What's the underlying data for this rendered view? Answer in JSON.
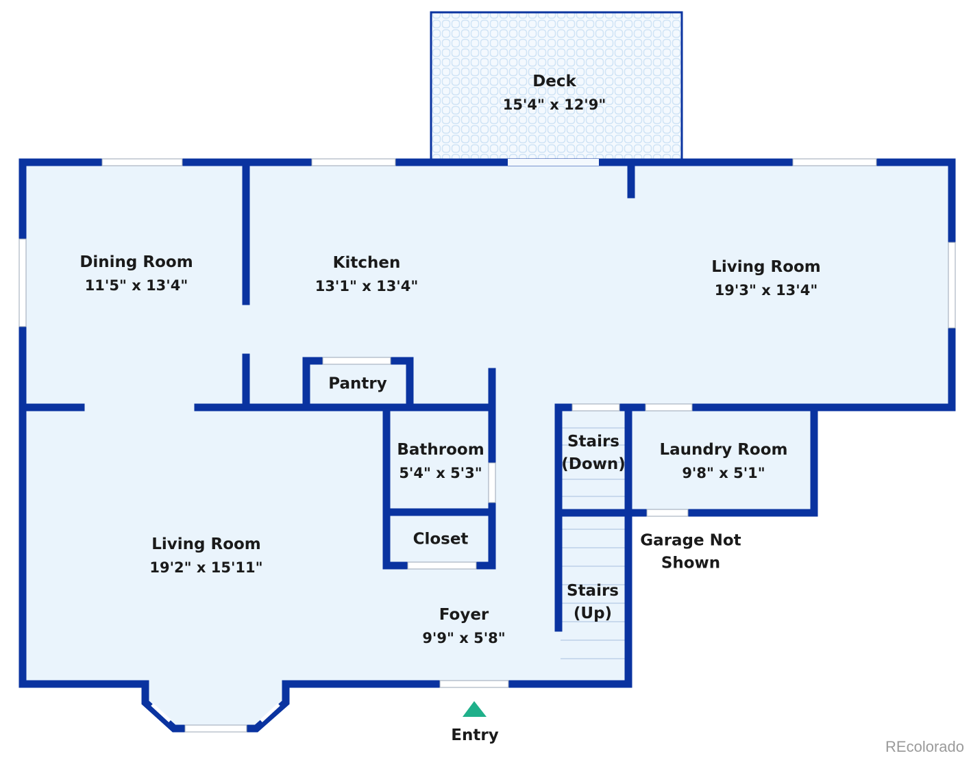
{
  "colors": {
    "wall": "#0a33a0",
    "floor": "#eaf4fc",
    "deck_grid": "#cfe3f5",
    "window": "#ffffff",
    "entry_marker": "#1fb08a"
  },
  "rooms": {
    "deck": {
      "name": "Deck",
      "dims": "15'4\" x 12'9\""
    },
    "dining": {
      "name": "Dining Room",
      "dims": "11'5\" x 13'4\""
    },
    "kitchen": {
      "name": "Kitchen",
      "dims": "13'1\" x 13'4\""
    },
    "living_upper": {
      "name": "Living Room",
      "dims": "19'3\" x 13'4\""
    },
    "pantry": {
      "name": "Pantry"
    },
    "bathroom": {
      "name": "Bathroom",
      "dims": "5'4\" x 5'3\""
    },
    "closet": {
      "name": "Closet"
    },
    "stairs_down": {
      "name": "Stairs",
      "dims": "(Down)"
    },
    "laundry": {
      "name": "Laundry Room",
      "dims": "9'8\" x 5'1\""
    },
    "living_lower": {
      "name": "Living Room",
      "dims": "19'2\" x 15'11\""
    },
    "foyer": {
      "name": "Foyer",
      "dims": "9'9\" x 5'8\""
    },
    "stairs_up": {
      "name": "Stairs",
      "dims": "(Up)"
    }
  },
  "notes": {
    "garage": "Garage Not Shown",
    "entry": "Entry"
  },
  "watermark": "REcolorado"
}
